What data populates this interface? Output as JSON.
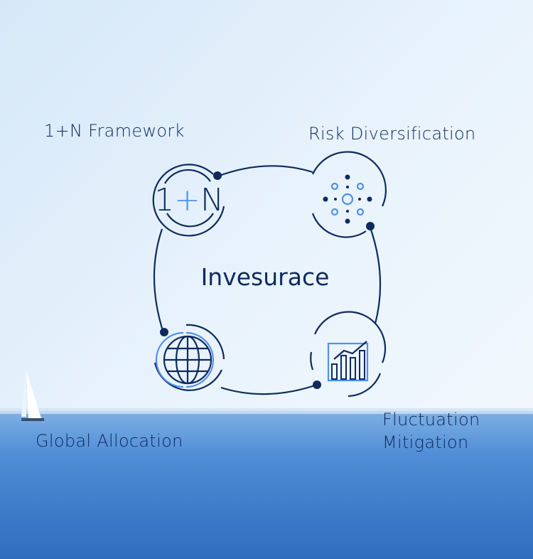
{
  "center_title": "Invesurace",
  "nodes": [
    {
      "label": "1+N Framework",
      "icon": "one-plus-n-icon",
      "icon_text": "1+N"
    },
    {
      "label": "Risk Diversification",
      "icon": "network-nodes-icon"
    },
    {
      "label": "Global Allocation",
      "icon": "globe-icon"
    },
    {
      "label": "Fluctuation",
      "label2": "Mitigation",
      "icon": "bar-chart-trend-icon"
    }
  ],
  "colors": {
    "navy": "#0e2a5e",
    "accent": "#4f8ff0"
  }
}
